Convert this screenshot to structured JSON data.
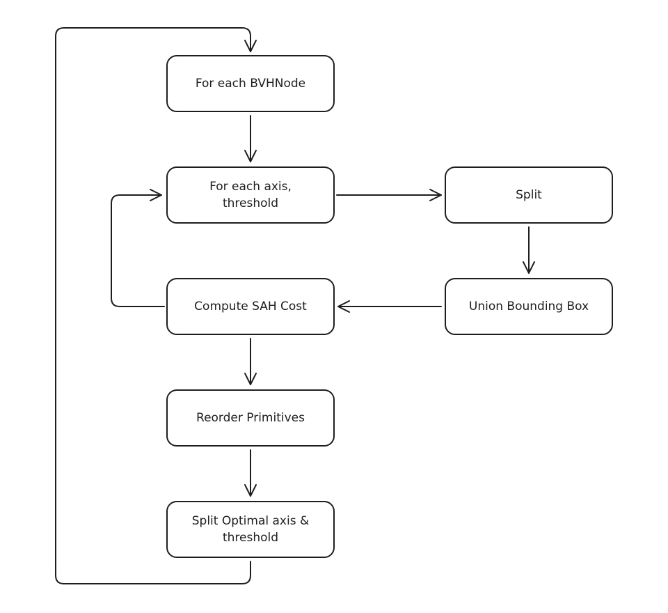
{
  "colors": {
    "background": "#ffffff",
    "stroke": "#1e1e1e",
    "text": "#1e1e1e"
  },
  "nodes": {
    "for_each_bvhnode": {
      "lines": [
        "For each BVHNode"
      ]
    },
    "for_each_axis": {
      "lines": [
        "For each axis,",
        "threshold"
      ]
    },
    "split": {
      "lines": [
        "Split"
      ]
    },
    "union_bounding_box": {
      "lines": [
        "Union Bounding Box"
      ]
    },
    "compute_sah_cost": {
      "lines": [
        "Compute SAH Cost"
      ]
    },
    "reorder_primitives": {
      "lines": [
        "Reorder Primitives"
      ]
    },
    "split_optimal": {
      "lines": [
        "Split Optimal axis &",
        "threshold"
      ]
    }
  },
  "edges": [
    {
      "from": "for_each_bvhnode",
      "to": "for_each_axis"
    },
    {
      "from": "for_each_axis",
      "to": "split"
    },
    {
      "from": "split",
      "to": "union_bounding_box"
    },
    {
      "from": "union_bounding_box",
      "to": "compute_sah_cost"
    },
    {
      "from": "compute_sah_cost",
      "to": "for_each_axis"
    },
    {
      "from": "compute_sah_cost",
      "to": "reorder_primitives"
    },
    {
      "from": "reorder_primitives",
      "to": "split_optimal"
    },
    {
      "from": "split_optimal",
      "to": "for_each_bvhnode"
    }
  ]
}
